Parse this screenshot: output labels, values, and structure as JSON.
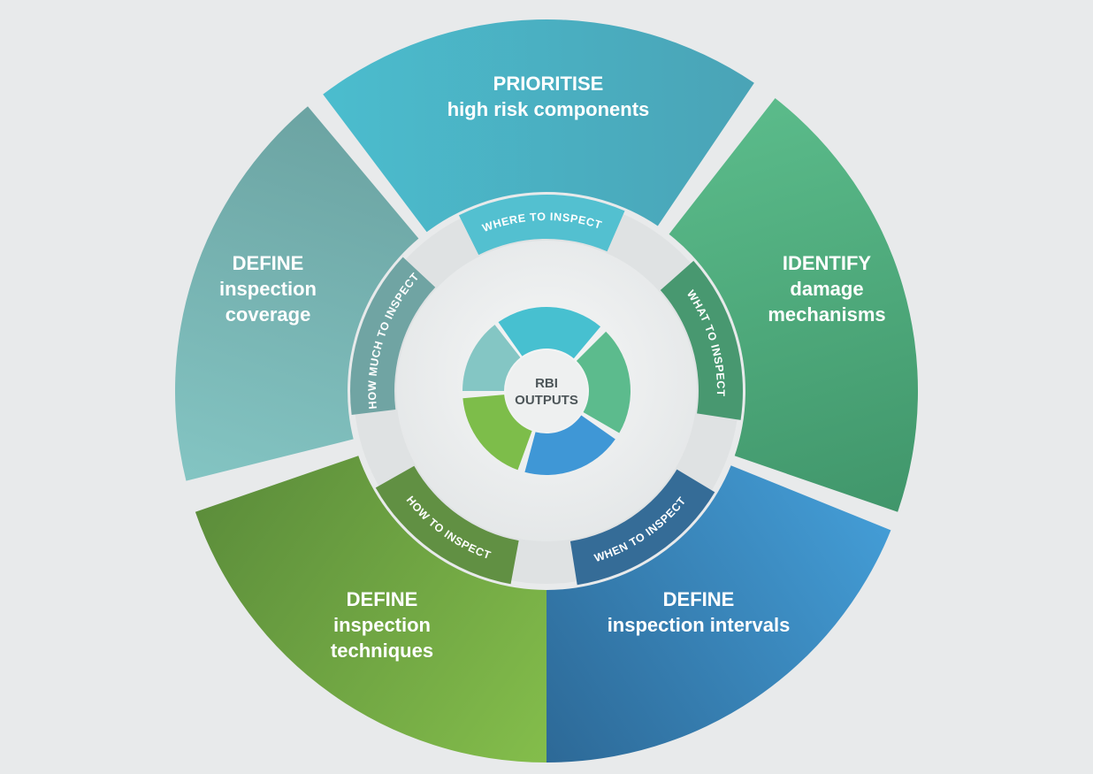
{
  "diagram": {
    "center": {
      "line1": "RBI",
      "line2": "OUTPUTS"
    },
    "segments": [
      {
        "id": "where",
        "title": "PRIORITISE",
        "lines": [
          "high risk components"
        ],
        "ring_label": "WHERE TO INSPECT",
        "colors": [
          "#4bbecf",
          "#4aa2b5"
        ]
      },
      {
        "id": "what",
        "title": "IDENTIFY",
        "lines": [
          "damage",
          "mechanisms"
        ],
        "ring_label": "WHAT TO INSPECT",
        "colors": [
          "#5cbd8c",
          "#3f9469"
        ]
      },
      {
        "id": "when",
        "title": "DEFINE",
        "lines": [
          "inspection intervals"
        ],
        "ring_label": "WHEN TO INSPECT",
        "colors": [
          "#45a0da",
          "#2b6592"
        ]
      },
      {
        "id": "how",
        "title": "DEFINE",
        "lines": [
          "inspection",
          "techniques"
        ],
        "ring_label": "HOW TO INSPECT",
        "colors": [
          "#86c04c",
          "#5a8b3a"
        ]
      },
      {
        "id": "howmuch",
        "title": "DEFINE",
        "lines": [
          "inspection",
          "coverage"
        ],
        "ring_label": "HOW MUCH TO INSPECT",
        "colors": [
          "#86c8c6",
          "#69a09f"
        ]
      }
    ],
    "cog_colors": [
      "#47c0d0",
      "#5cbb8d",
      "#3f97d6",
      "#7dbd4a",
      "#84c6c4"
    ]
  }
}
